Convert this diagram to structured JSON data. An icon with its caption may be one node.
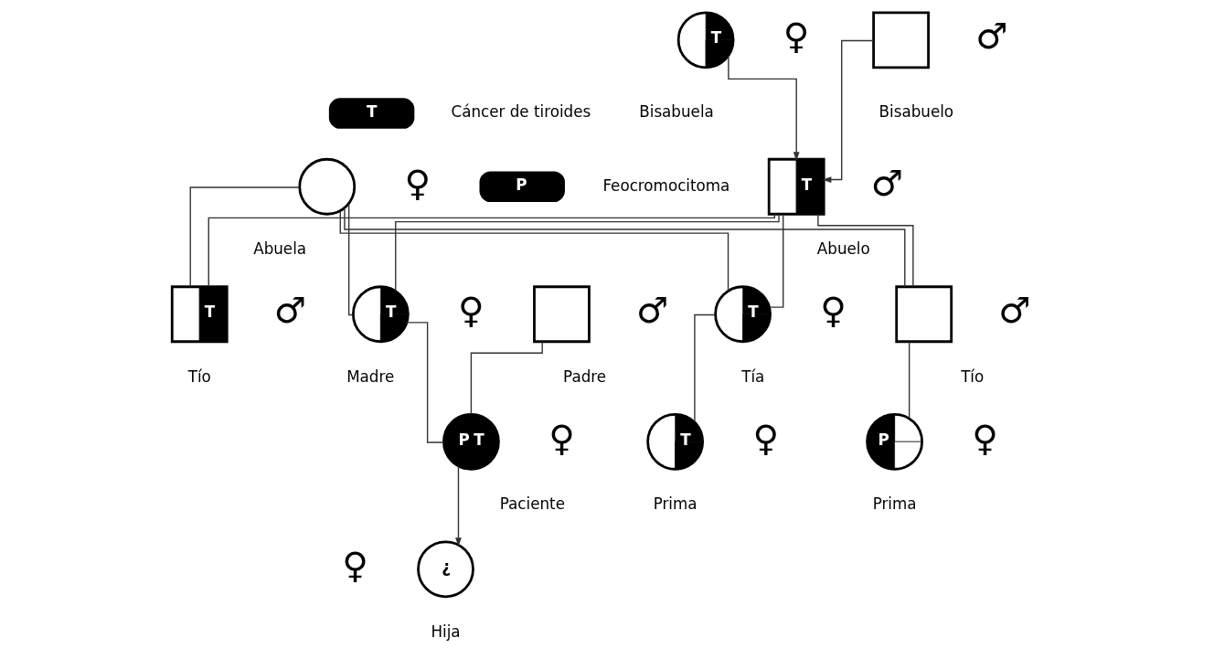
{
  "diagram": {
    "nodes": [
      {
        "text": [
          "T"
        ],
        "beside": [
          "♀",
          "Bisabuela"
        ]
      },
      {
        "text": [],
        "shape": "box",
        "beside": [
          "♂",
          "Bisabuelo"
        ]
      },
      {
        "text": [
          "T"
        ],
        "beside": [
          "Cáncer de tiroides"
        ]
      },
      {
        "text": [
          "P"
        ],
        "beside": [
          "Feocromocitoma"
        ]
      },
      {
        "text": [
          "T"
        ],
        "beside": [
          "♂",
          "Abuelo"
        ]
      },
      {
        "text": [],
        "shape": "circle",
        "beside": [
          "♀",
          "Abuela"
        ]
      },
      {
        "text": [],
        "shape": "box",
        "beside": [
          "♂",
          "Padre"
        ]
      },
      {
        "text": [
          "T"
        ],
        "beside": [
          "♀",
          "Madre"
        ]
      },
      {
        "text": [
          "T"
        ],
        "beside": [
          "♀",
          "Tía"
        ]
      },
      {
        "text": [
          "T"
        ],
        "beside": [
          "♂",
          "Tío"
        ]
      },
      {
        "text": [],
        "shape": "box",
        "beside": [
          "♂",
          "Tío"
        ]
      },
      {
        "text": [
          "P",
          "T"
        ],
        "beside": [
          "♀",
          "Paciente"
        ]
      },
      {
        "text": [
          "T"
        ],
        "beside": [
          "♀",
          "Prima"
        ]
      },
      {
        "text": [
          "P"
        ],
        "beside": [
          "♀",
          "Prima"
        ]
      },
      {
        "text": [
          "¿"
        ],
        "beside": [
          "♀",
          "Hija"
        ]
      }
    ],
    "edges": [
      {
        "from": 0,
        "to": 4,
        "arrow": "to"
      },
      {
        "from": 1,
        "to": 4,
        "arrow": "to"
      },
      {
        "from": 4,
        "to": 7,
        "arrow": "none"
      },
      {
        "from": 5,
        "to": 7,
        "arrow": "none"
      },
      {
        "from": 4,
        "to": 8,
        "arrow": "none"
      },
      {
        "from": 5,
        "to": 8,
        "arrow": "none"
      },
      {
        "from": 4,
        "to": 9,
        "arrow": "none"
      },
      {
        "from": 5,
        "to": 9,
        "arrow": "none"
      },
      {
        "from": 4,
        "to": 10,
        "arrow": "none"
      },
      {
        "from": 5,
        "to": 10,
        "arrow": "none"
      },
      {
        "from": 6,
        "to": 11,
        "arrow": "none"
      },
      {
        "from": 7,
        "to": 11,
        "arrow": "none"
      },
      {
        "from": 8,
        "to": 12,
        "arrow": "none"
      },
      {
        "from": 10,
        "to": 13,
        "arrow": "none"
      },
      {
        "from": 11,
        "to": 14,
        "arrow": "to"
      }
    ]
  }
}
